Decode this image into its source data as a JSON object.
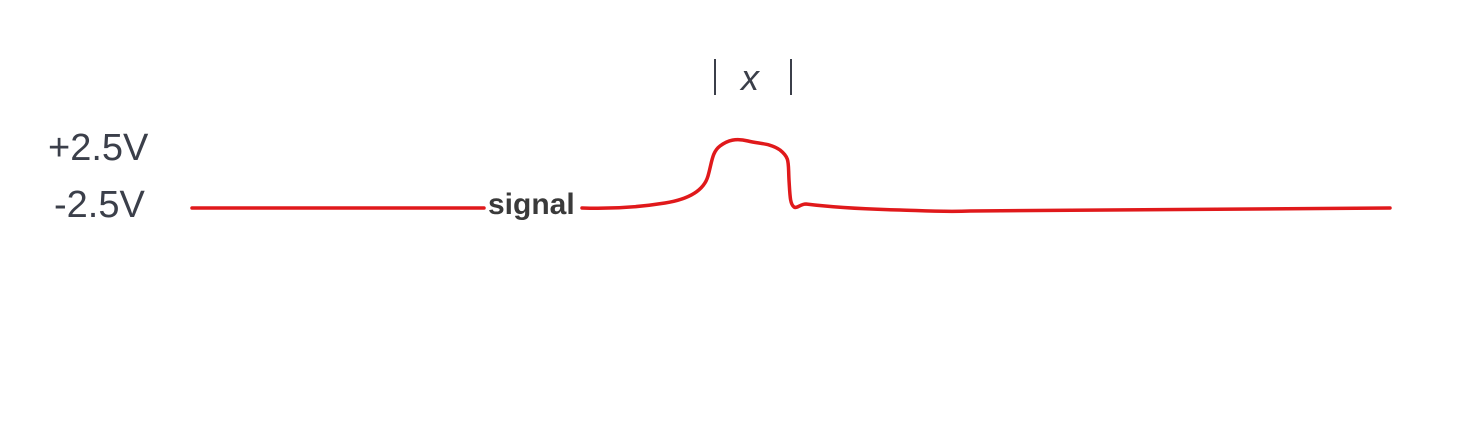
{
  "labels": {
    "voltage_high": "+2.5V",
    "voltage_low": "-2.5V",
    "signal": "signal",
    "marker": "x"
  },
  "colors": {
    "signal_trace": "#e0191b",
    "text": "#3b3f4a"
  }
}
